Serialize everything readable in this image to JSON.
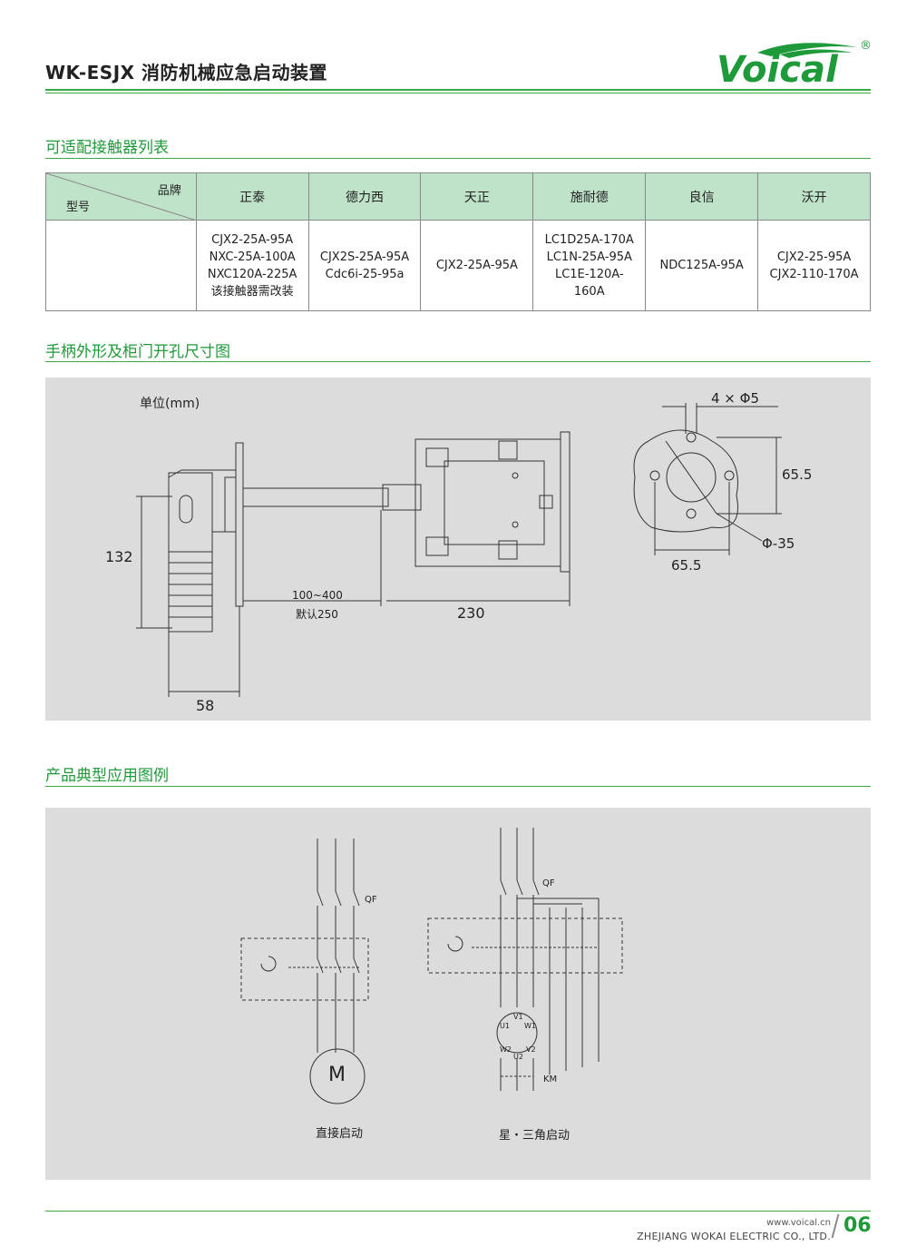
{
  "header": {
    "title": "WK-ESJX 消防机械应急启动装置",
    "logo_text": "Voical",
    "logo_mark": "®",
    "brand_color": "#1f9a3a"
  },
  "sections": {
    "contactor_list": "可适配接触器列表",
    "handle_dims": "手柄外形及柜门开孔尺寸图",
    "applications": "产品典型应用图例"
  },
  "table": {
    "corner_brand": "品牌",
    "corner_model": "型号",
    "brands": [
      "正泰",
      "德力西",
      "天正",
      "施耐德",
      "良信",
      "沃开"
    ],
    "models": [
      [
        "CJX2-25A-95A",
        "NXC-25A-100A",
        "NXC120A-225A",
        "该接触器需改装"
      ],
      [
        "CJX2S-25A-95A",
        "Cdc6i-25-95a"
      ],
      [
        "CJX2-25A-95A"
      ],
      [
        "LC1D25A-170A",
        "LC1N-25A-95A",
        "LC1E-120A-",
        "160A"
      ],
      [
        "NDC125A-95A"
      ],
      [
        "CJX2-25-95A",
        "CJX2-110-170A"
      ]
    ]
  },
  "dims": {
    "unit": "单位(mm)",
    "height": "132",
    "depth": "58",
    "shaft_range": "100~400",
    "shaft_default": "默认250",
    "body_len": "230",
    "holes": "4 × Φ5",
    "hole_v": "65.5",
    "hole_h": "65.5",
    "center_hole": "Φ-35"
  },
  "circuits": {
    "direct": {
      "caption": "直接启动",
      "breaker": "QF",
      "motor": "M"
    },
    "star_delta": {
      "caption": "星・三角启动",
      "breaker": "QF",
      "contactor": "KM",
      "terminals": {
        "v1": "V1",
        "u1": "U1",
        "w1": "W1",
        "w2": "W2",
        "u2": "U2",
        "v2": "V2"
      }
    }
  },
  "footer": {
    "url": "www.voical.cn",
    "company": "ZHEJIANG WOKAI ELECTRIC CO., LTD.",
    "page": "06"
  }
}
